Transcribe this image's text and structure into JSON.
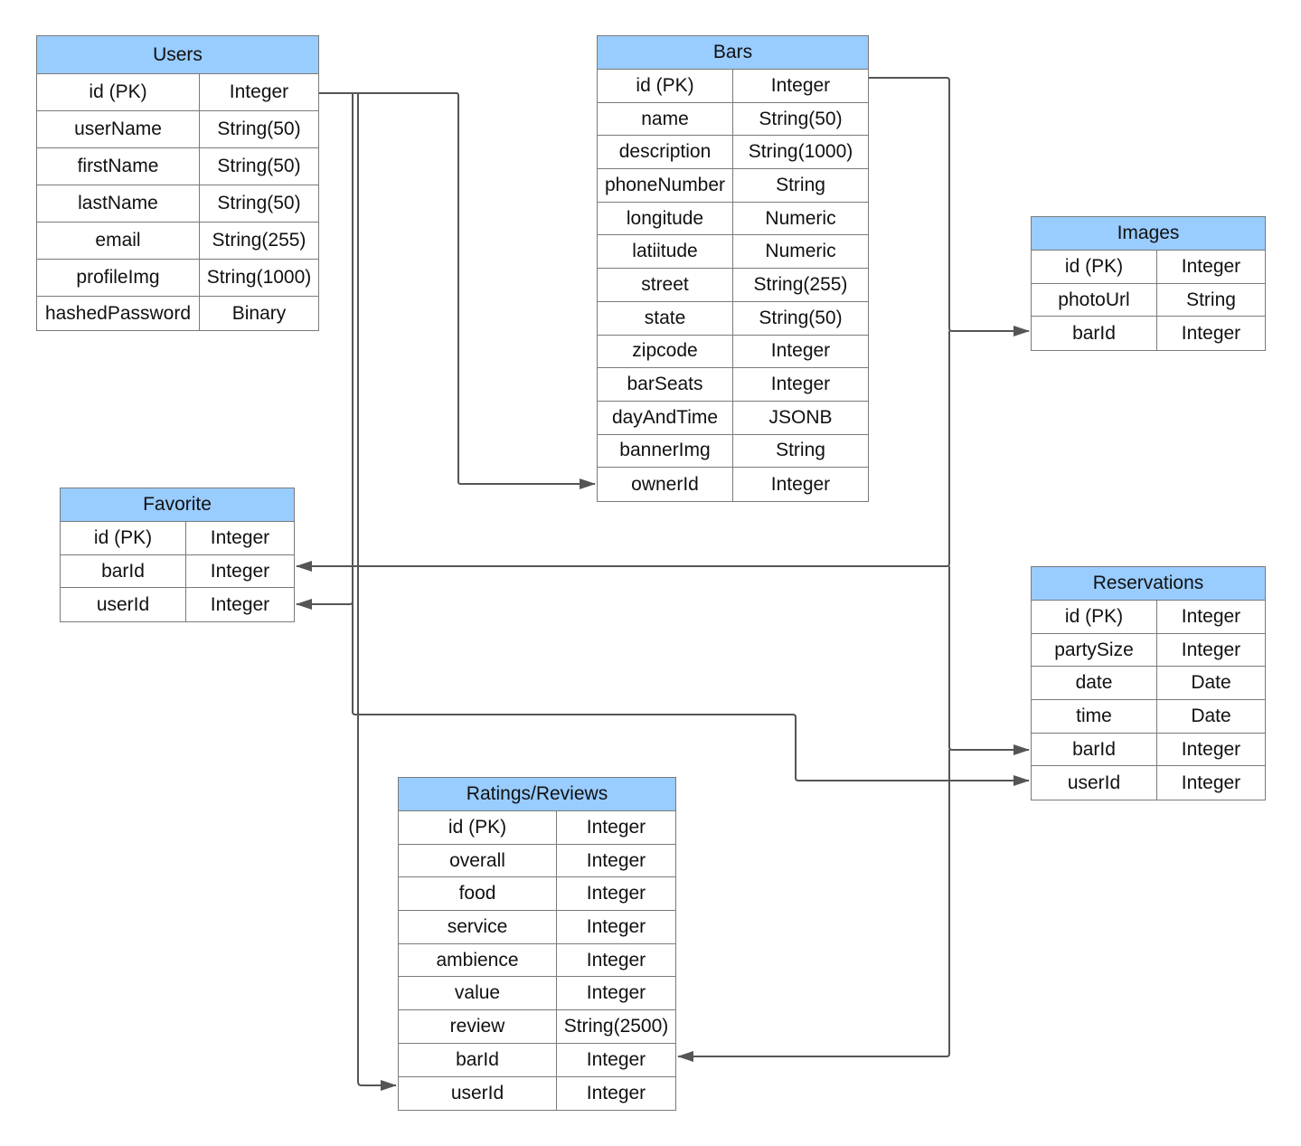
{
  "colors": {
    "header_fill": "#99ccff",
    "border": "#7a7a7a",
    "connector": "#555555"
  },
  "entities": {
    "users": {
      "title": "Users",
      "fields": [
        {
          "name": "id (PK)",
          "type": "Integer"
        },
        {
          "name": "userName",
          "type": "String(50)"
        },
        {
          "name": "firstName",
          "type": "String(50)"
        },
        {
          "name": "lastName",
          "type": "String(50)"
        },
        {
          "name": "email",
          "type": "String(255)"
        },
        {
          "name": "profileImg",
          "type": "String(1000)"
        },
        {
          "name": "hashedPassword",
          "type": "Binary"
        }
      ]
    },
    "bars": {
      "title": "Bars",
      "fields": [
        {
          "name": "id (PK)",
          "type": "Integer"
        },
        {
          "name": "name",
          "type": "String(50)"
        },
        {
          "name": "description",
          "type": "String(1000)"
        },
        {
          "name": "phoneNumber",
          "type": "String"
        },
        {
          "name": "longitude",
          "type": "Numeric"
        },
        {
          "name": "latiitude",
          "type": "Numeric"
        },
        {
          "name": "street",
          "type": "String(255)"
        },
        {
          "name": "state",
          "type": "String(50)"
        },
        {
          "name": "zipcode",
          "type": "Integer"
        },
        {
          "name": "barSeats",
          "type": "Integer"
        },
        {
          "name": "dayAndTime",
          "type": "JSONB"
        },
        {
          "name": "bannerImg",
          "type": "String"
        },
        {
          "name": "ownerId",
          "type": "Integer"
        }
      ]
    },
    "images": {
      "title": "Images",
      "fields": [
        {
          "name": "id (PK)",
          "type": "Integer"
        },
        {
          "name": "photoUrl",
          "type": "String"
        },
        {
          "name": "barId",
          "type": "Integer"
        }
      ]
    },
    "favorite": {
      "title": "Favorite",
      "fields": [
        {
          "name": "id (PK)",
          "type": "Integer"
        },
        {
          "name": "barId",
          "type": "Integer"
        },
        {
          "name": "userId",
          "type": "Integer"
        }
      ]
    },
    "reservations": {
      "title": "Reservations",
      "fields": [
        {
          "name": "id (PK)",
          "type": "Integer"
        },
        {
          "name": "partySize",
          "type": "Integer"
        },
        {
          "name": "date",
          "type": "Date"
        },
        {
          "name": "time",
          "type": "Date"
        },
        {
          "name": "barId",
          "type": "Integer"
        },
        {
          "name": "userId",
          "type": "Integer"
        }
      ]
    },
    "ratings_reviews": {
      "title": "Ratings/Reviews",
      "fields": [
        {
          "name": "id (PK)",
          "type": "Integer"
        },
        {
          "name": "overall",
          "type": "Integer"
        },
        {
          "name": "food",
          "type": "Integer"
        },
        {
          "name": "service",
          "type": "Integer"
        },
        {
          "name": "ambience",
          "type": "Integer"
        },
        {
          "name": "value",
          "type": "Integer"
        },
        {
          "name": "review",
          "type": "String(2500)"
        },
        {
          "name": "barId",
          "type": "Integer"
        },
        {
          "name": "userId",
          "type": "Integer"
        }
      ]
    }
  },
  "relationships": [
    {
      "from": "users.id (PK)",
      "to": "bars.ownerId"
    },
    {
      "from": "users.id (PK)",
      "to": "favorite.userId"
    },
    {
      "from": "users.id (PK)",
      "to": "reservations.userId"
    },
    {
      "from": "users.id (PK)",
      "to": "ratings_reviews.userId"
    },
    {
      "from": "bars.id (PK)",
      "to": "images.barId"
    },
    {
      "from": "bars.id (PK)",
      "to": "favorite.barId"
    },
    {
      "from": "bars.id (PK)",
      "to": "reservations.barId"
    },
    {
      "from": "bars.id (PK)",
      "to": "ratings_reviews.barId"
    }
  ]
}
